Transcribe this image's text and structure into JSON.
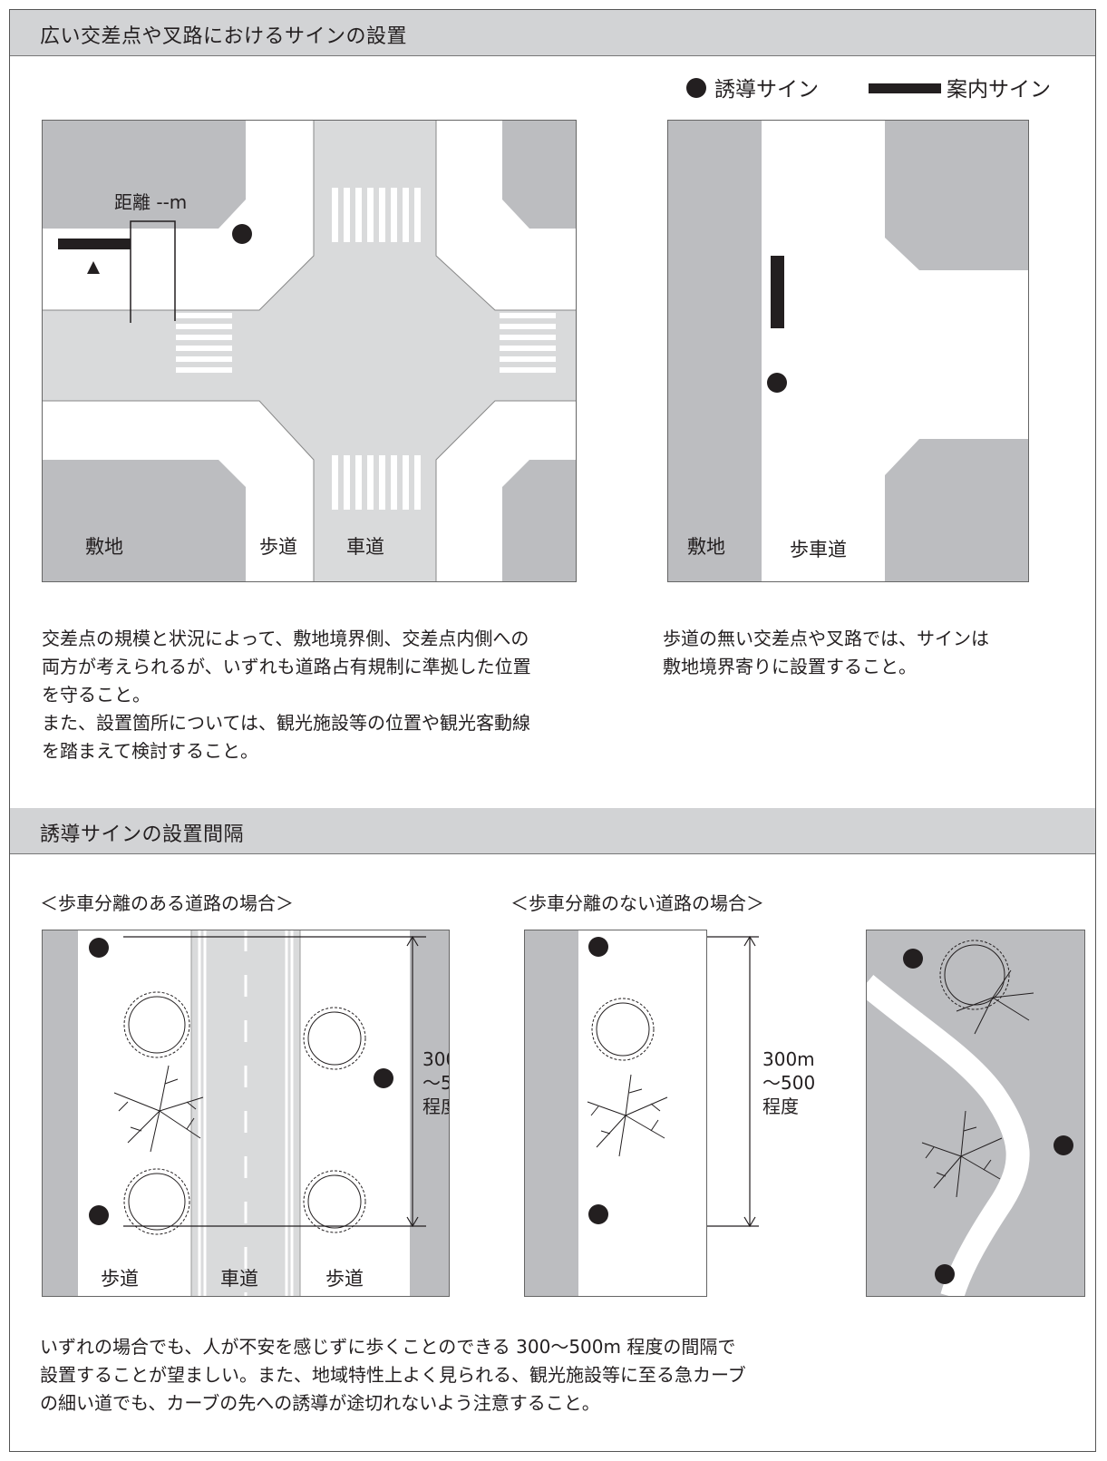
{
  "section1": {
    "title": "広い交差点や叉路におけるサインの設置",
    "legend": {
      "guide_sign": "誘導サイン",
      "info_sign": "案内サイン"
    },
    "diagram_left": {
      "distance_label": "距離 --m",
      "label_site": "敷地",
      "label_sidewalk": "歩道",
      "label_roadway": "車道"
    },
    "diagram_right": {
      "label_site": "敷地",
      "label_shared": "歩車道"
    },
    "text_left": [
      "交差点の規模と状況によって、敷地境界側、交差点内側への",
      "両方が考えられるが、いずれも道路占有規制に準拠した位置",
      "を守ること。",
      "また、設置箇所については、観光施設等の位置や観光客動線",
      "を踏まえて検討すること。"
    ],
    "text_right": [
      "歩道の無い交差点や叉路では、サインは",
      "敷地境界寄りに設置すること。"
    ]
  },
  "section2": {
    "title": "誘導サインの設置間隔",
    "subhead_left": "＜歩車分離のある道路の場合＞",
    "subhead_right": "＜歩車分離のない道路の場合＞",
    "spacing_label": [
      "300m",
      "～500m",
      "程度"
    ],
    "road_labels": {
      "sidewalk": "歩道",
      "roadway": "車道"
    },
    "text": [
      "いずれの場合でも、人が不安を感じずに歩くことのできる 300～500m 程度の間隔で",
      "設置することが望ましい。また、地域特性上よく見られる、観光施設等に至る急カーブ",
      "の細い道でも、カーブの先への誘導が途切れないよう注意すること。"
    ]
  },
  "colors": {
    "header_bg": "#d2d3d5",
    "building": "#bcbdc0",
    "road": "#d9dadb",
    "ink": "#231f20"
  }
}
